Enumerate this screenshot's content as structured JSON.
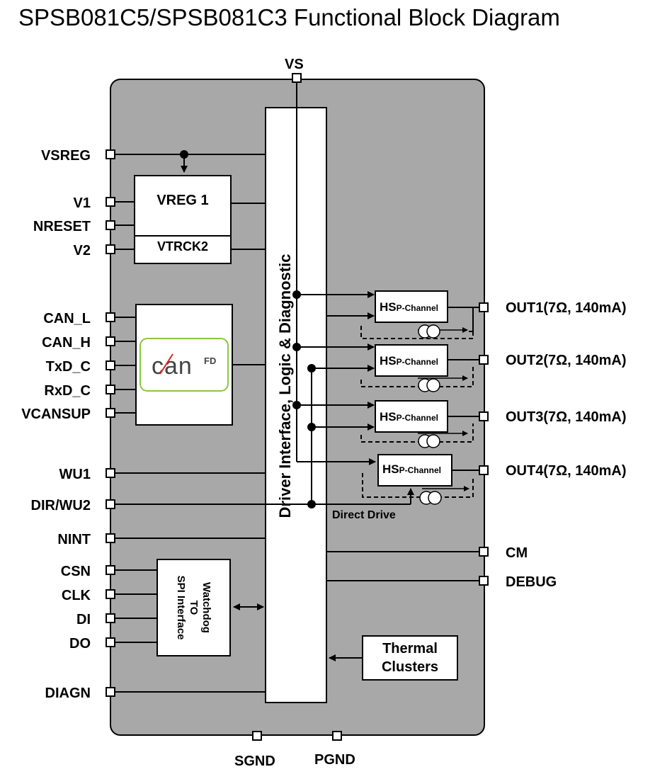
{
  "title": "SPSB081C5/SPSB081C3 Functional Block Diagram",
  "pins": {
    "vs": "VS",
    "vsreg": "VSREG",
    "v1": "V1",
    "nreset": "NRESET",
    "v2": "V2",
    "can_l": "CAN_L",
    "can_h": "CAN_H",
    "txd_c": "TxD_C",
    "rxd_c": "RxD_C",
    "vcansup": "VCANSUP",
    "wu1": "WU1",
    "dir_wu2": "DIR/WU2",
    "nint": "NINT",
    "csn": "CSN",
    "clk": "CLK",
    "di": "DI",
    "do": "DO",
    "diagn": "DIAGN",
    "sgnd": "SGND",
    "pgnd": "PGND",
    "out1": "OUT1(7Ω, 140mA)",
    "out2": "OUT2(7Ω, 140mA)",
    "out3": "OUT3(7Ω, 140mA)",
    "out4": "OUT4(7Ω, 140mA)",
    "cm": "CM",
    "debug": "DEBUG"
  },
  "blocks": {
    "vreg1": "VREG 1",
    "vtrck2": "VTRCK2",
    "driver": "Driver Interface, Logic & Diagnostic",
    "can_logo": "can",
    "can_logo_sup": "FD",
    "hs_main": "HS",
    "hs_sub": "P-Channel",
    "spi": [
      "SPI Interface",
      "TO",
      "Watchdog"
    ],
    "thermal": [
      "Thermal",
      "Clusters"
    ],
    "direct_drive": "Direct Drive"
  },
  "colors": {
    "chip_fill": "#a8a8a8",
    "block_fill": "#ffffff",
    "can_logo_border": "#8cc63f",
    "can_logo_accent": "#e2231a"
  }
}
